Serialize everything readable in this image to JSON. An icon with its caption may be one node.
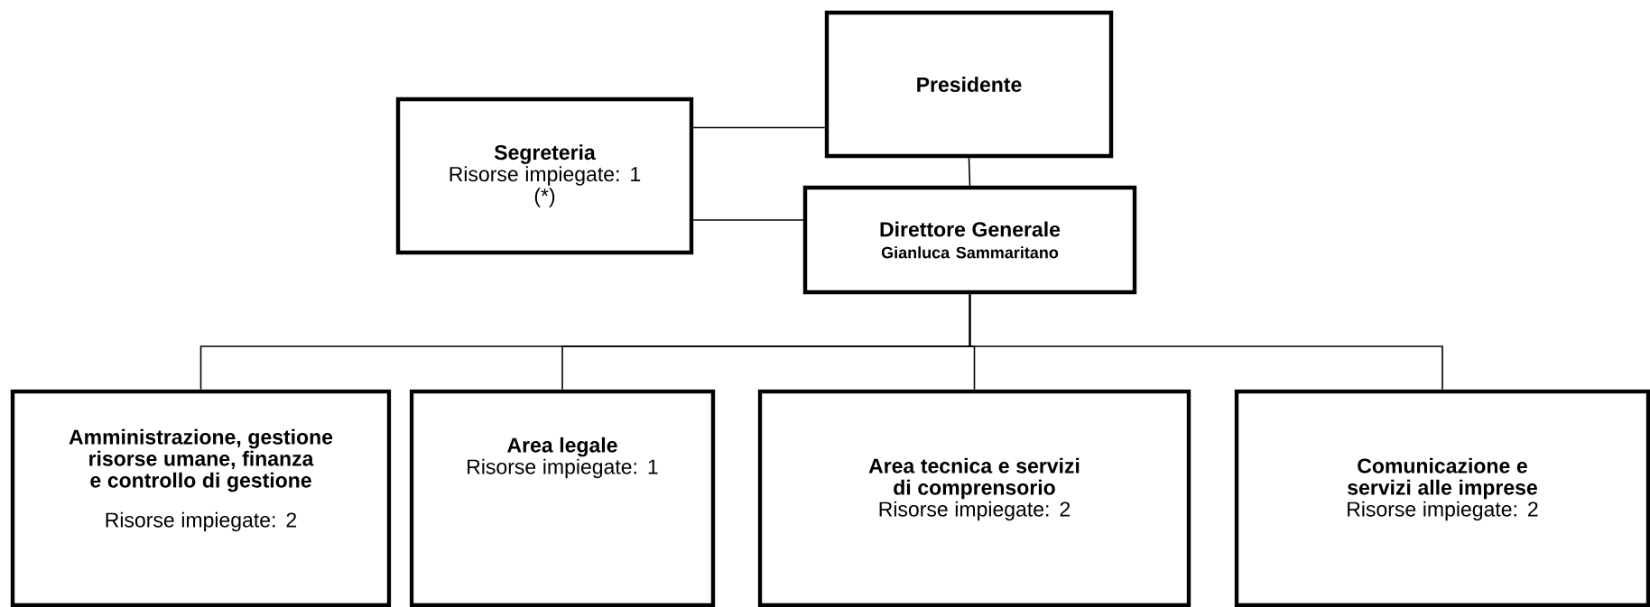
{
  "diagram": {
    "nodes": [
      {
        "text": [
          "Presidente"
        ]
      },
      {
        "text": [
          "Segreteria",
          "Risorse impiegate: 1",
          "(*)"
        ]
      },
      {
        "text": [
          "Direttore Generale",
          "Gianluca Sammaritano"
        ]
      },
      {
        "text": [
          "Amministrazione, gestione risorse umane, finanza e controllo di gestione",
          "Risorse impiegate: 2"
        ]
      },
      {
        "text": [
          "Area legale",
          "Risorse impiegate: 1"
        ]
      },
      {
        "text": [
          "Area tecnica e servizi di comprensorio",
          "Risorse impiegate: 2"
        ]
      },
      {
        "text": [
          "Comunicazione e servizi alle imprese",
          "Risorse impiegate: 2"
        ]
      }
    ],
    "edges": [
      {
        "from": 0,
        "to": 1,
        "arrow": "none"
      },
      {
        "from": 2,
        "to": 1,
        "arrow": "none"
      },
      {
        "from": 0,
        "to": 2,
        "arrow": "none"
      },
      {
        "from": 2,
        "to": 3,
        "arrow": "none"
      },
      {
        "from": 2,
        "to": 4,
        "arrow": "none"
      },
      {
        "from": 2,
        "to": 5,
        "arrow": "none"
      },
      {
        "from": 2,
        "to": 6,
        "arrow": "none"
      }
    ]
  }
}
